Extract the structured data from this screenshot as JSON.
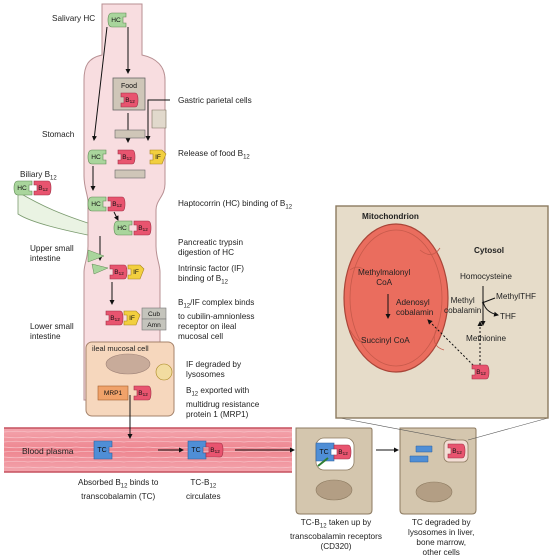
{
  "regions": {
    "salivary": "Salivary HC",
    "stomach": "Stomach",
    "biliary": "Biliary B12",
    "upper_small_intestine": "Upper small\nintestine",
    "lower_small_intestine": "Lower small\nintestine",
    "blood_plasma": "Blood plasma",
    "ileal_cell": "ileal mucosal cell"
  },
  "molecules": {
    "hc": "HC",
    "b12": "B12",
    "food": "Food",
    "if": "IF",
    "tc": "TC",
    "cub": "Cub",
    "amn": "Amn",
    "mrp1": "MRP1"
  },
  "steps": [
    "Gastric parietal cells",
    "Release of food B12",
    "Haptocorrin (HC) binding of B12",
    "Pancreatic trypsin\ndigestion of HC",
    "Intrinsic factor (IF)\nbinding of B12",
    "B12/IF complex binds\nto cubilin-amnionless\nreceptor on ileal\nmucosal cell",
    "IF degraded by\nlysosomes",
    "B12 exported with\nmultidrug resistance\nprotein 1 (MRP1)"
  ],
  "bottom_captions": [
    "Absorbed B12 binds to\ntranscobalamin (TC)",
    "TC-B12\ncirculates",
    "TC-B12 taken up by\ntranscobalamin receptors\n(CD320)",
    "TC degraded by\nlysosomes in liver,\nbone marrow,\nother cells"
  ],
  "cell_detail": {
    "mitochondrion_title": "Mitochondrion",
    "cytosol_title": "Cytosol",
    "methylmalonyl": "Methylmalonyl\nCoA",
    "adenosyl": "Adenosyl\ncobalamin",
    "succinyl": "Succinyl CoA",
    "homocysteine": "Homocysteine",
    "methyl_cobalamin": "Methyl\ncobalamin",
    "methylthf": "MethylTHF",
    "thf": "THF",
    "methionine": "Methionine"
  },
  "colors": {
    "gut": "#f8dde0",
    "gut_border": "#b78f92",
    "b12": "#e8546f",
    "hc": "#a9d59c",
    "if": "#f2cf3f",
    "tc": "#4f8ed6",
    "receptor": "#c4c4bc",
    "cell": "#d4c6ae",
    "mito": "#ea6d5e",
    "blood": "#f08f98",
    "ileal": "#f6d7bd"
  }
}
